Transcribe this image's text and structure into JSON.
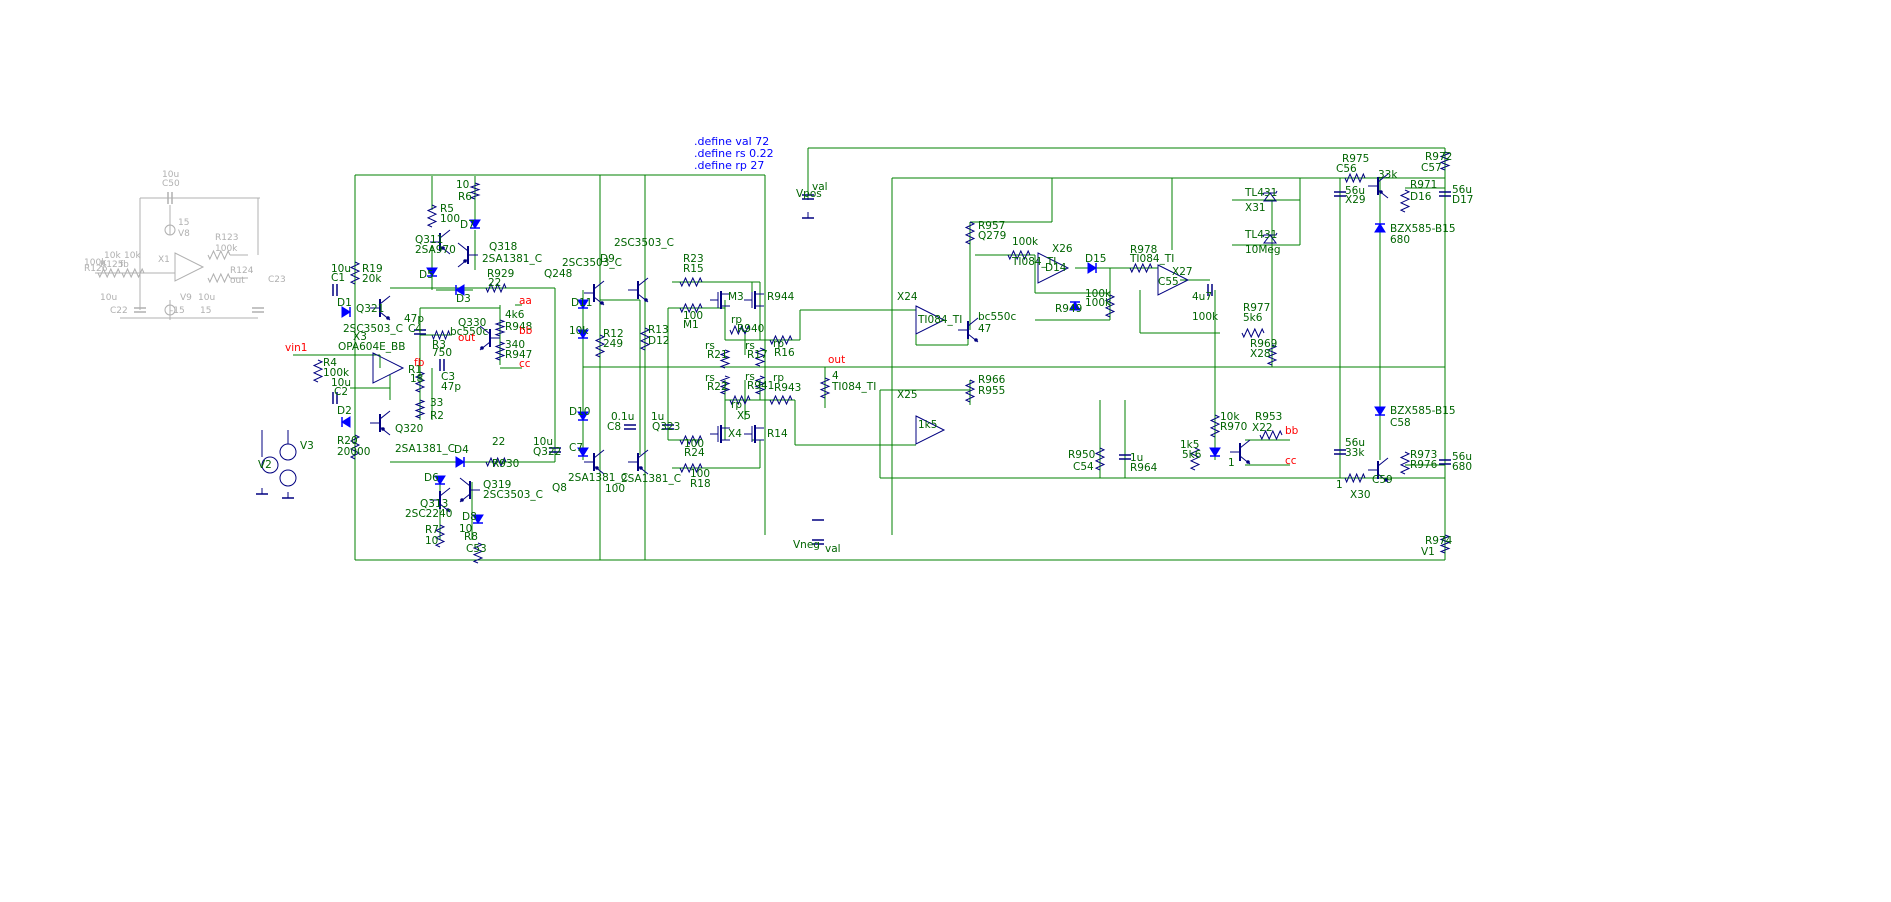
{
  "colors": {
    "wire": "#008000",
    "component": "#000080",
    "label": "#006400",
    "net": "#ff0000",
    "diode": "#0000ff",
    "directive": "#0000ff",
    "faded": "#b0b0b0",
    "background": "#ffffff"
  },
  "directives": [
    ".define val 72",
    ".define rs 0.22",
    ".define rp 27"
  ],
  "labels": [
    {
      "text": "val"
    },
    {
      "text": "Vpos"
    },
    {
      "text": "Vneg"
    },
    {
      "text": "val"
    },
    {
      "text": "R19"
    },
    {
      "text": "20k"
    },
    {
      "text": "10u"
    },
    {
      "text": "C1"
    },
    {
      "text": "D1"
    },
    {
      "text": "Q321"
    },
    {
      "text": "2SC3503_C"
    },
    {
      "text": "X3"
    },
    {
      "text": "OPA604E_BB"
    },
    {
      "text": "R4"
    },
    {
      "text": "100k"
    },
    {
      "text": "10u"
    },
    {
      "text": "C2"
    },
    {
      "text": "D2"
    },
    {
      "text": "R20"
    },
    {
      "text": "20000"
    },
    {
      "text": "Q320"
    },
    {
      "text": "2SA1381_C"
    },
    {
      "text": "R5"
    },
    {
      "text": "100"
    },
    {
      "text": "Q311"
    },
    {
      "text": "2SA970"
    },
    {
      "text": "D5"
    },
    {
      "text": "10"
    },
    {
      "text": "R6"
    },
    {
      "text": "D7"
    },
    {
      "text": "Q318"
    },
    {
      "text": "2SA1381_C"
    },
    {
      "text": "R929"
    },
    {
      "text": "22"
    },
    {
      "text": "D3"
    },
    {
      "text": "47p"
    },
    {
      "text": "C4"
    },
    {
      "text": "R3"
    },
    {
      "text": "750"
    },
    {
      "text": "Q330"
    },
    {
      "text": "bc550c"
    },
    {
      "text": "4k6"
    },
    {
      "text": "R948"
    },
    {
      "text": "340"
    },
    {
      "text": "R947"
    },
    {
      "text": "R1"
    },
    {
      "text": "18"
    },
    {
      "text": "C3"
    },
    {
      "text": "47p"
    },
    {
      "text": "33"
    },
    {
      "text": "R2"
    },
    {
      "text": "D4"
    },
    {
      "text": "22"
    },
    {
      "text": "R930"
    },
    {
      "text": "D6"
    },
    {
      "text": "Q313"
    },
    {
      "text": "2SC2240"
    },
    {
      "text": "Q319"
    },
    {
      "text": "2SC3503_C"
    },
    {
      "text": "D8"
    },
    {
      "text": "10"
    },
    {
      "text": "R7"
    },
    {
      "text": "10"
    },
    {
      "text": "R8"
    },
    {
      "text": "C53"
    },
    {
      "text": "10u"
    },
    {
      "text": "Q322"
    },
    {
      "text": "2SC3503_C"
    },
    {
      "text": "Q248"
    },
    {
      "text": "2SC3503_C"
    },
    {
      "text": "D9"
    },
    {
      "text": "D11"
    },
    {
      "text": "10k"
    },
    {
      "text": "R12"
    },
    {
      "text": "249"
    },
    {
      "text": "R13"
    },
    {
      "text": "D12"
    },
    {
      "text": "D10"
    },
    {
      "text": "C7"
    },
    {
      "text": "0.1u"
    },
    {
      "text": "C8"
    },
    {
      "text": "1u"
    },
    {
      "text": "Q323"
    },
    {
      "text": "2SA1381_C"
    },
    {
      "text": "Q8"
    },
    {
      "text": "2SA1381_C"
    },
    {
      "text": "100"
    },
    {
      "text": "R23"
    },
    {
      "text": "R15"
    },
    {
      "text": "100"
    },
    {
      "text": "M1"
    },
    {
      "text": "M3"
    },
    {
      "text": "R944"
    },
    {
      "text": "rp"
    },
    {
      "text": "R940"
    },
    {
      "text": "rp"
    },
    {
      "text": "R16"
    },
    {
      "text": "rs"
    },
    {
      "text": "R21"
    },
    {
      "text": "rs"
    },
    {
      "text": "R17"
    },
    {
      "text": "rs"
    },
    {
      "text": "R22"
    },
    {
      "text": "rs"
    },
    {
      "text": "R941"
    },
    {
      "text": "rp"
    },
    {
      "text": "R943"
    },
    {
      "text": "rp"
    },
    {
      "text": "X5"
    },
    {
      "text": "X4"
    },
    {
      "text": "R14"
    },
    {
      "text": "100"
    },
    {
      "text": "R24"
    },
    {
      "text": "100"
    },
    {
      "text": "R18"
    },
    {
      "text": "4"
    },
    {
      "text": "TI084_TI"
    },
    {
      "text": "X24"
    },
    {
      "text": "TI084_TI"
    },
    {
      "text": "X25"
    },
    {
      "text": "1k5"
    },
    {
      "text": "R957"
    },
    {
      "text": "Q279"
    },
    {
      "text": "bc550c"
    },
    {
      "text": "47"
    },
    {
      "text": "R966"
    },
    {
      "text": "R955"
    },
    {
      "text": "100k"
    },
    {
      "text": "TI084_TI"
    },
    {
      "text": "X26"
    },
    {
      "text": "D14"
    },
    {
      "text": "D15"
    },
    {
      "text": "R949"
    },
    {
      "text": "100k"
    },
    {
      "text": "100k"
    },
    {
      "text": "R978"
    },
    {
      "text": "TI084_TI"
    },
    {
      "text": "X27"
    },
    {
      "text": "C55"
    },
    {
      "text": "4u7"
    },
    {
      "text": "100k"
    },
    {
      "text": "R977"
    },
    {
      "text": "5k6"
    },
    {
      "text": "R969"
    },
    {
      "text": "X28"
    },
    {
      "text": "TL431"
    },
    {
      "text": "X31"
    },
    {
      "text": "TL431"
    },
    {
      "text": "10Meg"
    },
    {
      "text": "R950"
    },
    {
      "text": "C54"
    },
    {
      "text": "1u"
    },
    {
      "text": "R964"
    },
    {
      "text": "10k"
    },
    {
      "text": "R970"
    },
    {
      "text": "1k5"
    },
    {
      "text": "5k6"
    },
    {
      "text": "R953"
    },
    {
      "text": "X22"
    },
    {
      "text": "1"
    },
    {
      "text": "R975"
    },
    {
      "text": "C56"
    },
    {
      "text": "56u"
    },
    {
      "text": "X29"
    },
    {
      "text": "33k"
    },
    {
      "text": "R971"
    },
    {
      "text": "D16"
    },
    {
      "text": "BZX585-B15"
    },
    {
      "text": "680"
    },
    {
      "text": "R972"
    },
    {
      "text": "C57"
    },
    {
      "text": "56u"
    },
    {
      "text": "D17"
    },
    {
      "text": "BZX585-B15"
    },
    {
      "text": "C58"
    },
    {
      "text": "56u"
    },
    {
      "text": "33k"
    },
    {
      "text": "R973"
    },
    {
      "text": "R976"
    },
    {
      "text": "1"
    },
    {
      "text": "X30"
    },
    {
      "text": "C59"
    },
    {
      "text": "56u"
    },
    {
      "text": "680"
    },
    {
      "text": "R974"
    },
    {
      "text": "V1"
    },
    {
      "text": "V2"
    },
    {
      "text": "V3"
    }
  ],
  "nets": [
    "vin1",
    "fb",
    "aa",
    "bb",
    "cc",
    "out",
    "out",
    "bb",
    "cc"
  ],
  "faded": [
    "10u",
    "C50",
    "15",
    "V8",
    "X1",
    "10k",
    "10k",
    "R126",
    "R125",
    "fb",
    "100k",
    "R123",
    "100k",
    "R124",
    "out",
    "C23",
    "10u",
    "C22",
    "10u",
    "15",
    "V9",
    "-15"
  ]
}
